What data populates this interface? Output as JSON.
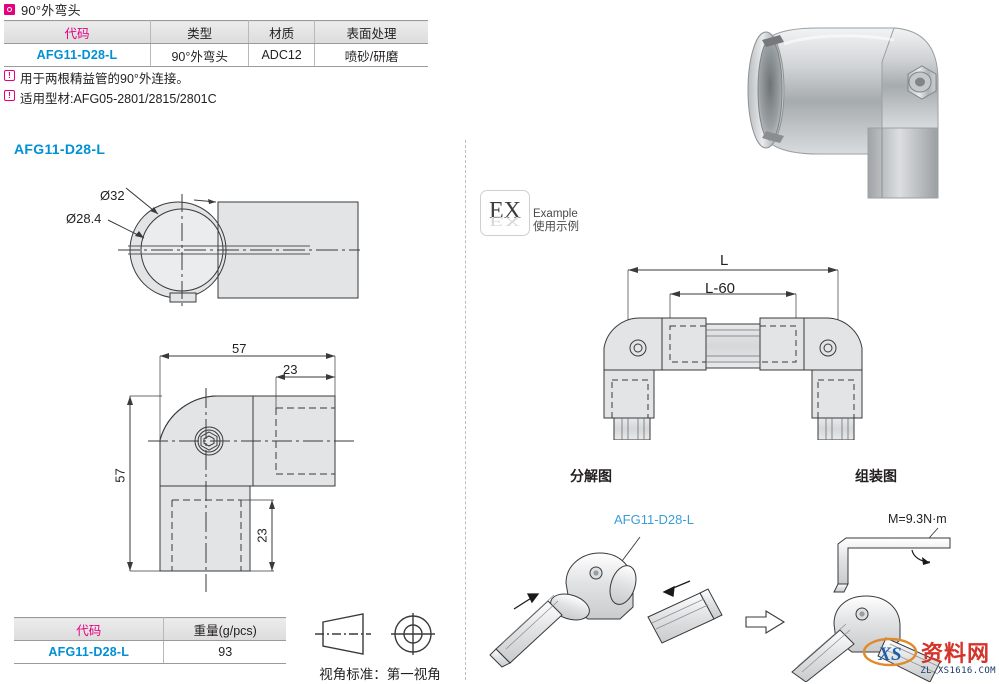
{
  "header": {
    "title": "90°外弯头",
    "bullet_icon": "square-ring-icon",
    "accent_color": "#e6007e"
  },
  "spec_table": {
    "columns": [
      "代码",
      "类型",
      "材质",
      "表面处理"
    ],
    "rows": [
      [
        "AFG11-D28-L",
        "90°外弯头",
        "ADC12",
        "喷砂/研磨"
      ]
    ],
    "header_color": "#e6007e",
    "code_color": "#0090d4"
  },
  "notes": [
    {
      "icon": "exclamation-icon",
      "text": "用于两根精益管的90°外连接。"
    },
    {
      "icon": "exclamation-icon",
      "text": "适用型材:AFG05-2801/2815/2801C"
    }
  ],
  "drawing": {
    "part_code": "AFG11-D28-L",
    "top_view": {
      "dim_outer": "Ø32",
      "dim_inner": "Ø28.4"
    },
    "front_view": {
      "dim_width": "57",
      "dim_height": "57",
      "dim_top_inset": "23",
      "dim_bottom_inset": "23"
    }
  },
  "weight_table": {
    "columns": [
      "代码",
      "重量(g/pcs)"
    ],
    "rows": [
      [
        "AFG11-D28-L",
        "93"
      ]
    ]
  },
  "projection": {
    "caption": "视角标准：第一视角",
    "symbol": "first-angle-projection-icon"
  },
  "example": {
    "badge_text": "EX",
    "label_en": "Example",
    "label_cn": "使用示例",
    "dimensions": {
      "overall": "L",
      "inner": "L-60"
    },
    "captions": {
      "exploded": "分解图",
      "assembly": "组装图"
    },
    "exploded_label": "AFG11-D28-L",
    "torque_label": "M=9.3N·m"
  },
  "watermark": {
    "mark": "XS",
    "name": "资料网",
    "url": "ZL.XS1616.COM"
  }
}
